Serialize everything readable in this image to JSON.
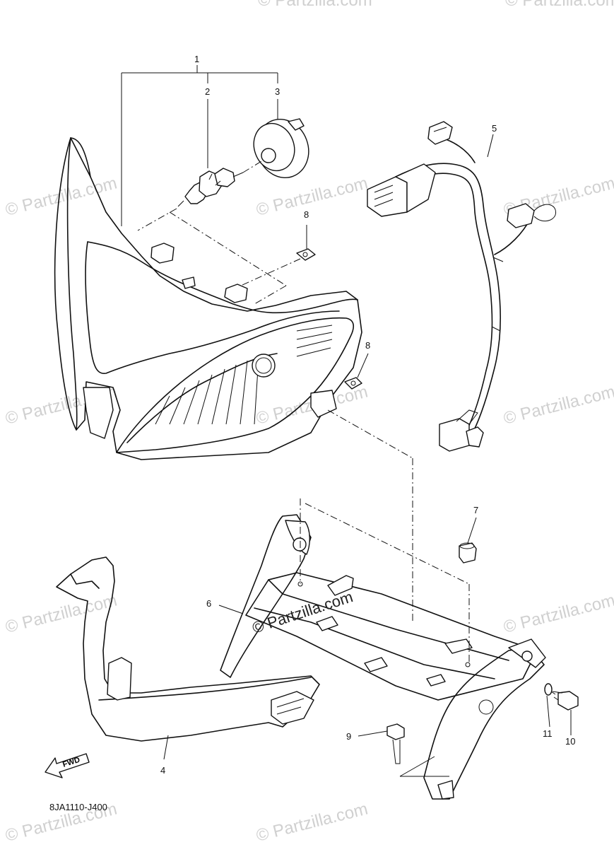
{
  "diagram": {
    "code": "8JA1110-J400",
    "fwd_label": "FWD",
    "watermarks": [
      "© Partzilla.com",
      "© Partzilla.com",
      "© Partzilla.com",
      "© Partzilla.com",
      "© Partzilla.com",
      "© Partzilla.com",
      "© Partzilla.com",
      "© Partzilla.com",
      "© Partzilla.com",
      "© Partzilla.com",
      "© Partzilla.com",
      "© Partzilla.com"
    ],
    "center_watermark": "© Partzilla.com",
    "callouts": [
      "1",
      "2",
      "3",
      "5",
      "8",
      "8",
      "7",
      "6",
      "9",
      "11",
      "10",
      "4"
    ]
  }
}
